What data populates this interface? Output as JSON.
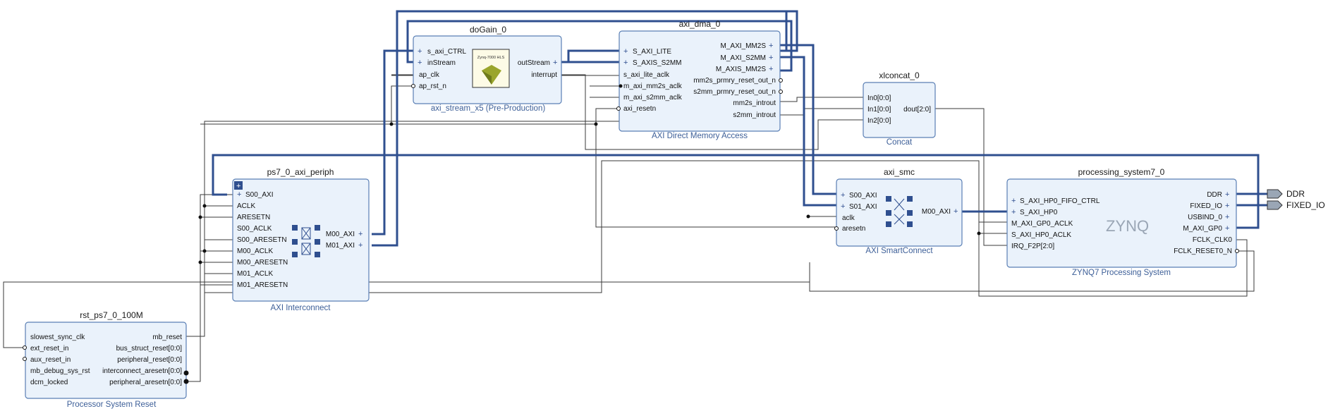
{
  "blocks": {
    "dogain": {
      "title": "doGain_0",
      "subtitle": "axi_stream_x5 (Pre-Production)",
      "logo_text": "Zynq-7000 HLS",
      "ports_left": [
        "s_axi_CTRL",
        "inStream",
        "ap_clk",
        "ap_rst_n"
      ],
      "ports_right": [
        "outStream",
        "interrupt"
      ]
    },
    "dma": {
      "title": "axi_dma_0",
      "subtitle": "AXI Direct Memory Access",
      "ports_left": [
        "S_AXI_LITE",
        "S_AXIS_S2MM",
        "s_axi_lite_aclk",
        "m_axi_mm2s_aclk",
        "m_axi_s2mm_aclk",
        "axi_resetn"
      ],
      "ports_right": [
        "M_AXI_MM2S",
        "M_AXI_S2MM",
        "M_AXIS_MM2S",
        "mm2s_prmry_reset_out_n",
        "s2mm_prmry_reset_out_n",
        "mm2s_introut",
        "s2mm_introut"
      ]
    },
    "concat": {
      "title": "xlconcat_0",
      "subtitle": "Concat",
      "ports_left": [
        "In0[0:0]",
        "In1[0:0]",
        "In2[0:0]"
      ],
      "ports_right": [
        "dout[2:0]"
      ]
    },
    "periph": {
      "title": "ps7_0_axi_periph",
      "subtitle": "AXI Interconnect",
      "ports_left": [
        "S00_AXI",
        "ACLK",
        "ARESETN",
        "S00_ACLK",
        "S00_ARESETN",
        "M00_ACLK",
        "M00_ARESETN",
        "M01_ACLK",
        "M01_ARESETN"
      ],
      "ports_right": [
        "M00_AXI",
        "M01_AXI"
      ]
    },
    "smc": {
      "title": "axi_smc",
      "subtitle": "AXI SmartConnect",
      "ports_left": [
        "S00_AXI",
        "S01_AXI",
        "aclk",
        "aresetn"
      ],
      "ports_right": [
        "M00_AXI"
      ]
    },
    "ps7": {
      "title": "processing_system7_0",
      "subtitle": "ZYNQ7 Processing System",
      "logo_text": "ZYNQ",
      "ports_left": [
        "S_AXI_HP0_FIFO_CTRL",
        "S_AXI_HP0",
        "M_AXI_GP0_ACLK",
        "S_AXI_HP0_ACLK",
        "IRQ_F2P[2:0]"
      ],
      "ports_right": [
        "DDR",
        "FIXED_IO",
        "USBIND_0",
        "M_AXI_GP0",
        "FCLK_CLK0",
        "FCLK_RESET0_N"
      ]
    },
    "rst": {
      "title": "rst_ps7_0_100M",
      "subtitle": "Processor System Reset",
      "ports_left": [
        "slowest_sync_clk",
        "ext_reset_in",
        "aux_reset_in",
        "mb_debug_sys_rst",
        "dcm_locked"
      ],
      "ports_right": [
        "mb_reset",
        "bus_struct_reset[0:0]",
        "peripheral_reset[0:0]",
        "interconnect_aresetn[0:0]",
        "peripheral_aresetn[0:0]"
      ]
    }
  },
  "external_ports": [
    "DDR",
    "FIXED_IO"
  ],
  "colors": {
    "block_fill": "#eaf2fb",
    "block_border": "#5a7fb5",
    "bus": "#2f4f8f",
    "wire": "#3a3a3a",
    "subtitle": "#3d5f98"
  }
}
